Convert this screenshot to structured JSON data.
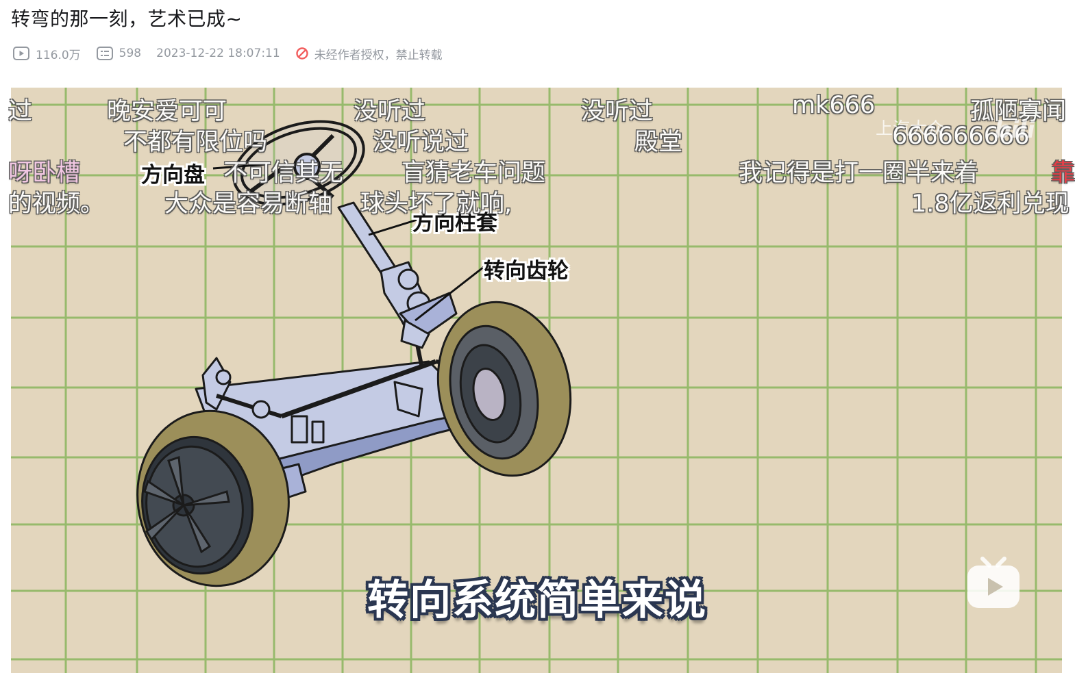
{
  "video": {
    "title": "转弯的那一刻，艺术已成~",
    "views": "116.0万",
    "danmaku_count": "598",
    "publish_time": "2023-12-22 18:07:11",
    "copyright_notice": "未经作者授权，禁止转载"
  },
  "player": {
    "watermark_text": "上汽大众",
    "brand_mark": "bili",
    "subtitle": "转向系统简单来说",
    "part_labels": {
      "steering_wheel": "方向盘",
      "steering_column": "方向柱套",
      "steering_gear": "转向齿轮"
    },
    "danmaku": [
      "过",
      "晚安爱可可",
      "没听过",
      "没听过",
      "mk666",
      "孤陋寡闻",
      "不都有限位吗",
      "没听说过",
      "殿堂",
      "666666666",
      "呀卧槽",
      "不可信其无",
      "盲猜老车问题",
      "我记得是打一圈半来着",
      "的视频。",
      "大众是容易断轴",
      "球头坏了就响,",
      "1.8亿返利兑现",
      "靠"
    ]
  },
  "colors": {
    "background": "#e3d6bd",
    "grid_line": "#8fb864",
    "tire": "#9c8f5a",
    "rim": "#3c4249",
    "frame": "#c4cbe4",
    "frame_shadow": "#8f9bc6"
  },
  "icons": {
    "views": "play-count-icon",
    "danmaku": "danmaku-icon",
    "copyright": "no-repost-icon",
    "player": "play-icon"
  }
}
